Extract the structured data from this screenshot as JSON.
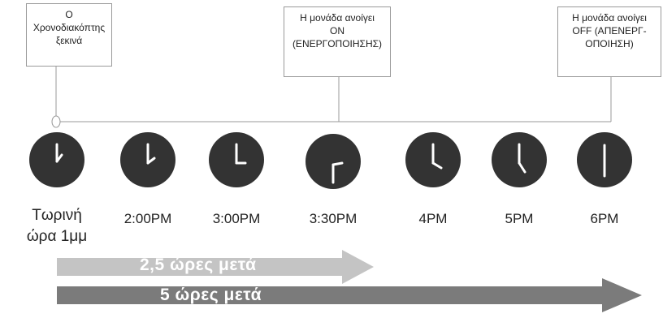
{
  "boxes": {
    "start": [
      "Ο",
      "Χρονοδιακόπτης",
      "ξεκινά"
    ],
    "on": [
      "Η μονάδα ανοίγει",
      "ON",
      "(ΕΝΕΡΓΟΠΟΙΗΣΗΣ)"
    ],
    "off": [
      "Η μονάδα ανοίγει",
      "OFF (ΑΠΕΝΕΡΓ-",
      "ΟΠΟΙΗΣΗ)"
    ]
  },
  "clocks": [
    {
      "label": [
        "Τωρινή",
        "ώρα 1μμ"
      ]
    },
    {
      "label": [
        "2:00PM"
      ]
    },
    {
      "label": [
        "3:00PM"
      ]
    },
    {
      "label": [
        "3:30PM"
      ]
    },
    {
      "label": [
        "4PM"
      ]
    },
    {
      "label": [
        "5PM"
      ]
    },
    {
      "label": [
        "6PM"
      ]
    }
  ],
  "arrows": {
    "short": {
      "label": "2,5 ώρες μετά",
      "color": "#c4c4c4"
    },
    "long": {
      "label": "5 ώρες μετά",
      "color": "#7b7b7b"
    }
  },
  "colors": {
    "clock_face": "#333333",
    "line": "#9a9a9a"
  }
}
